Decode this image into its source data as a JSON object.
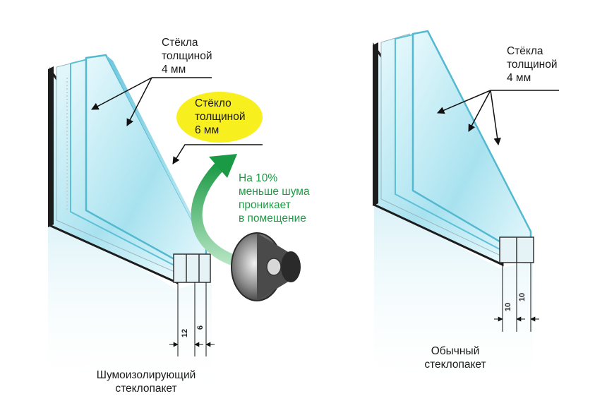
{
  "labels": {
    "left_glass_4mm": "Стёкла\nтолщиной\n4 мм",
    "left_glass_6mm": "Стёкло\nтолщиной\n6 мм",
    "noise_note": "На 10%\nменьше шума\nпроникает\nв помещение",
    "left_caption": "Шумоизолирующий\nстеклопакет",
    "right_glass_4mm": "Стёкла\nтолщиной\n4 мм",
    "right_caption": "Обычный\nстеклопакет"
  },
  "dimensions": {
    "left_gap": "12",
    "left_pane": "6",
    "right_gap_1": "10",
    "right_gap_2": "10"
  },
  "colors": {
    "glass": "#bfeaf2",
    "glass_edge": "#8fd6e6",
    "frame_dark": "#1d1d1d",
    "badge": "#f7ef1e",
    "note_green": "#1f9a45",
    "arrow_green": "#22a24a"
  },
  "icons": {
    "speaker": "speaker-icon",
    "sound_arrow": "curved-arrow-icon"
  }
}
